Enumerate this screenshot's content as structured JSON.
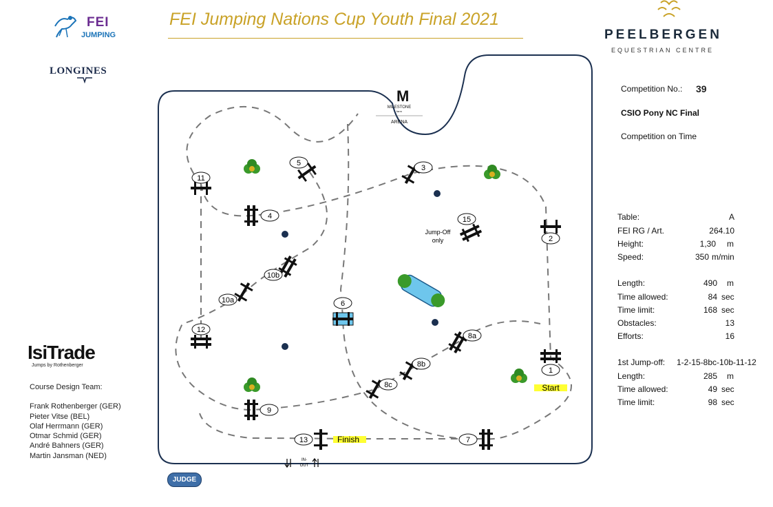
{
  "title": "FEI Jumping Nations Cup Youth Final 2021",
  "fei_logo": {
    "brand": "FEI",
    "sub": "JUMPING"
  },
  "longines_logo": "LONGINES",
  "venue_logo": {
    "name": "PEELBERGEN",
    "sub": "EQUESTRIAN CENTRE"
  },
  "arena_logo": {
    "mark": "M",
    "name": "MILESTONE",
    "small": "farm",
    "arena": "ARENA"
  },
  "competition": {
    "number_label": "Competition No.:",
    "number": "39",
    "name": "CSIO Pony NC Final",
    "type": "Competition on Time"
  },
  "specs": [
    {
      "label": "Table:",
      "value": "A",
      "unit": ""
    },
    {
      "label": "FEI RG / Art.",
      "value": "264.10",
      "unit": ""
    },
    {
      "label": "Height:",
      "value": "1,30",
      "unit": "m"
    },
    {
      "label": "Speed:",
      "value": "350",
      "unit": "m/min"
    }
  ],
  "course": [
    {
      "label": "Length:",
      "value": "490",
      "unit": "m"
    },
    {
      "label": "Time allowed:",
      "value": "84",
      "unit": "sec"
    },
    {
      "label": "Time limit:",
      "value": "168",
      "unit": "sec"
    },
    {
      "label": "Obstacles:",
      "value": "13",
      "unit": ""
    },
    {
      "label": "Efforts:",
      "value": "16",
      "unit": ""
    }
  ],
  "jumpoff": {
    "label": "1st Jump-off:",
    "sequence": "1-2-15-8bc-10b-11-12",
    "rows": [
      {
        "label": "Length:",
        "value": "285",
        "unit": "m"
      },
      {
        "label": "Time allowed:",
        "value": "49",
        "unit": "sec"
      },
      {
        "label": "Time limit:",
        "value": "98",
        "unit": "sec"
      }
    ]
  },
  "sponsor": {
    "name": "IsiTrade",
    "sub": "Jumps by Rothenberger"
  },
  "design_team": {
    "title": "Course Design Team:",
    "members": [
      "Frank Rothenberger (GER)",
      "Pieter Vitse (BEL)",
      "Olaf Herrmann (GER)",
      "Otmar Schmid (GER)",
      "André Bahners (GER)",
      "Martin Jansman (NED)"
    ]
  },
  "judge_label": "JUDGE",
  "map": {
    "obstacles": [
      "1",
      "2",
      "3",
      "4",
      "5",
      "6",
      "7",
      "8a",
      "8b",
      "8c",
      "9",
      "10a",
      "10b",
      "11",
      "12",
      "13",
      "15"
    ],
    "start_label": "Start",
    "finish_label": "Finish",
    "jumpoff_only_label": [
      "Jump-Off",
      "only"
    ],
    "inout_label": [
      "IN-",
      "OUT"
    ],
    "colors": {
      "dashed_path": "#777777",
      "highlight": "#ffff33",
      "water": "#6ec6ec",
      "tree": "#3a9a2a",
      "ring": "#1b3050"
    }
  }
}
